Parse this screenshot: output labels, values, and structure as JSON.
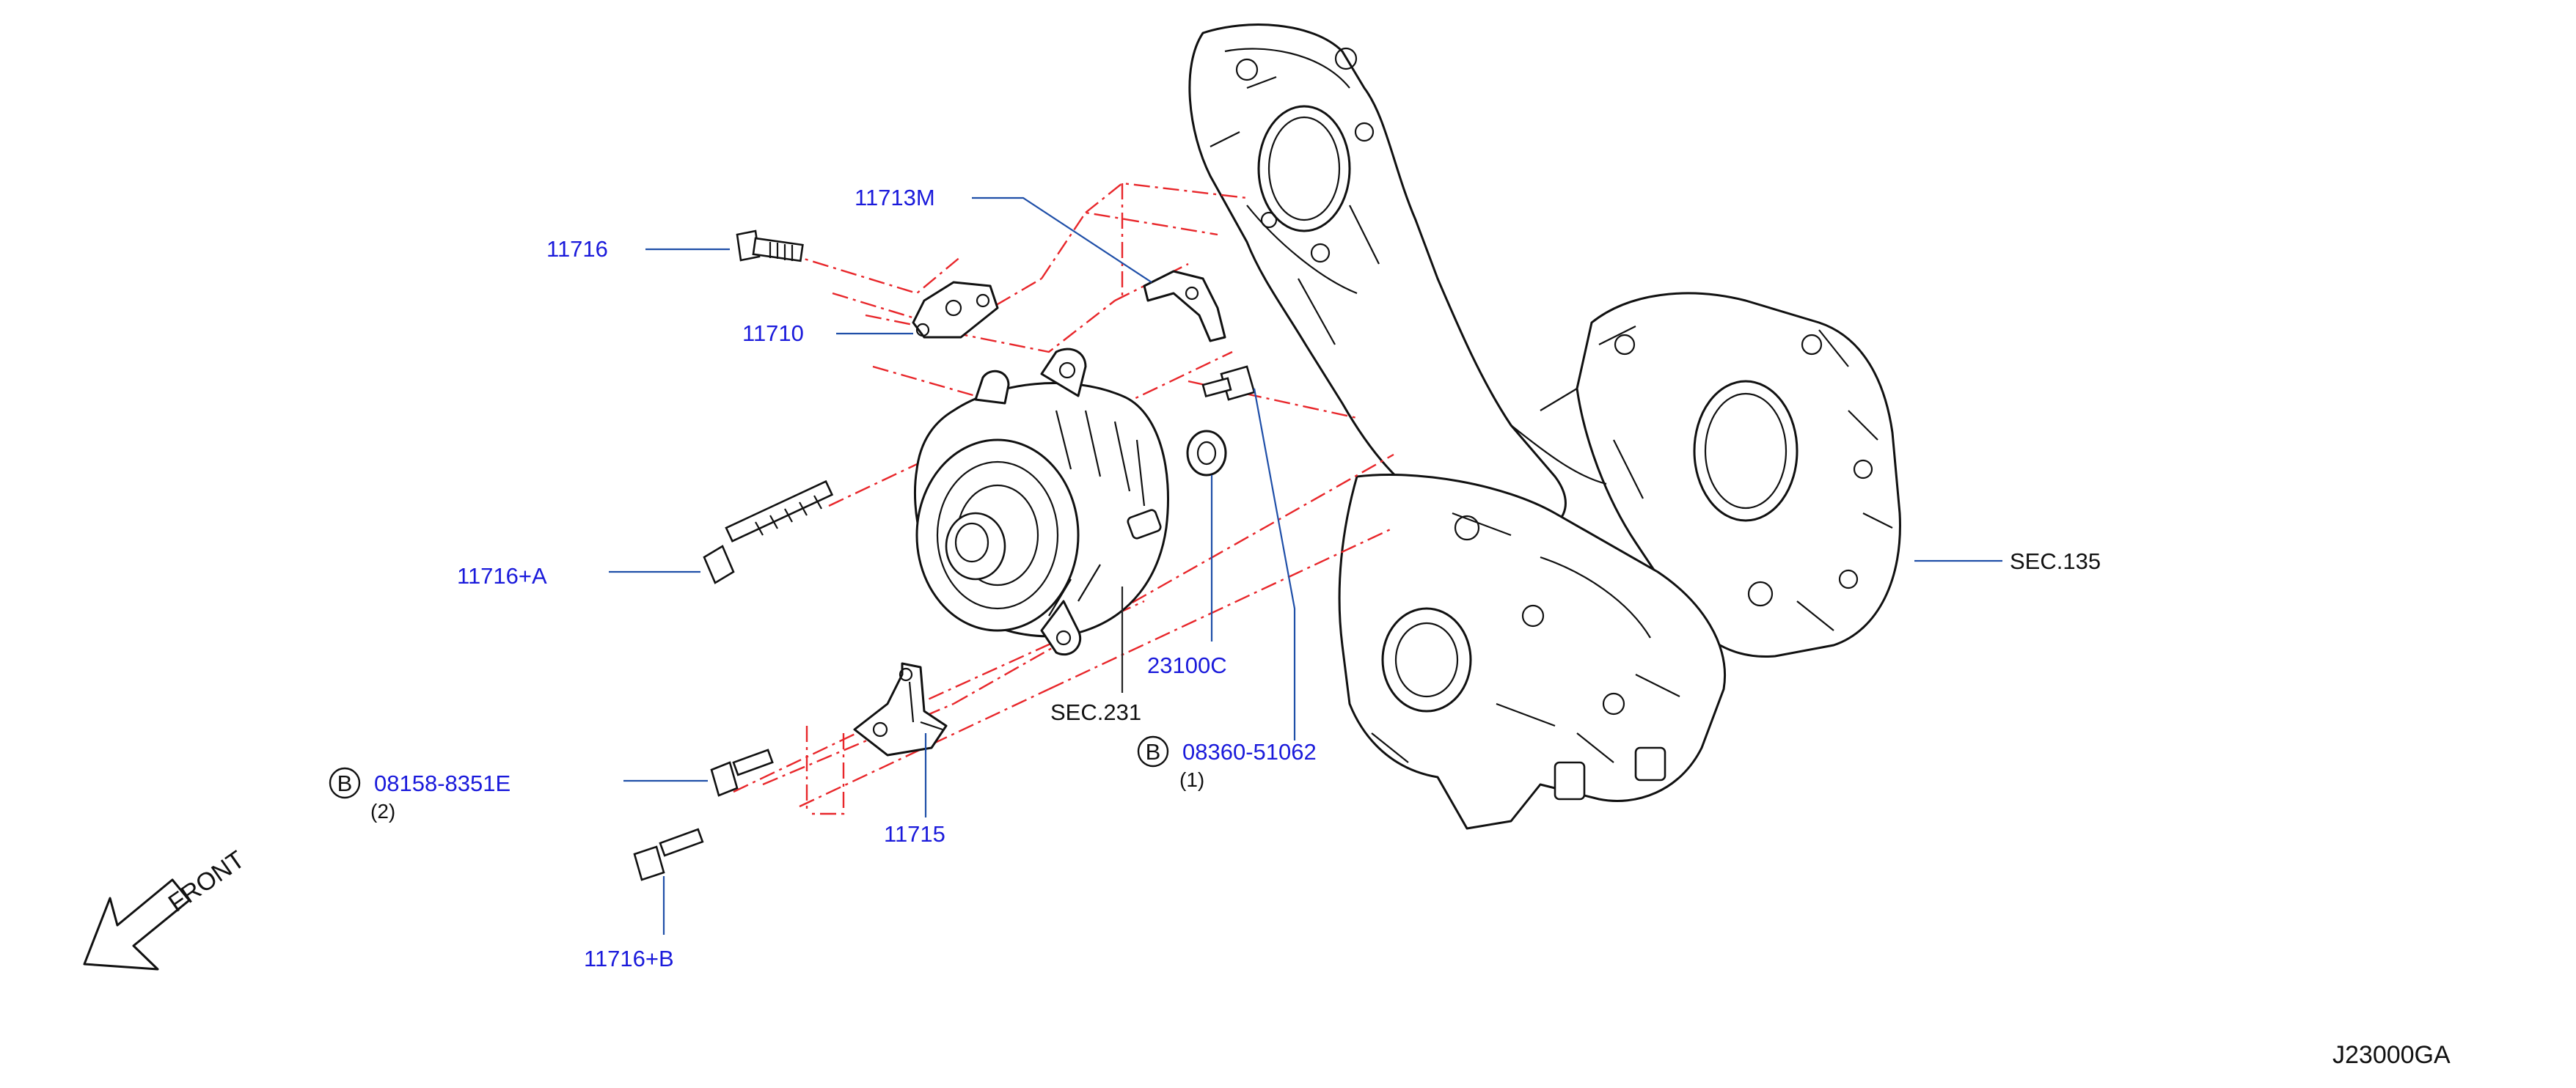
{
  "diagram": {
    "callouts": {
      "p11713M": "11713M",
      "p11716": "11716",
      "p11710": "11710",
      "p11716A": "11716+A",
      "p23100C": "23100C",
      "sec231": "SEC.231",
      "p08360": "08360-51062",
      "p08360_qty": "(1)",
      "p08158": "08158-8351E",
      "p08158_qty": "(2)",
      "p11715": "11715",
      "p11716B": "11716+B",
      "sec135": "SEC.135"
    },
    "circle_letter": "B",
    "front_label": "FRONT",
    "code": "J23000GA"
  },
  "colors": {
    "part_number": "#1a1adb",
    "section_ref": "#111111",
    "leader": "#1f4fa8",
    "phantom_line": "#e8262a"
  }
}
